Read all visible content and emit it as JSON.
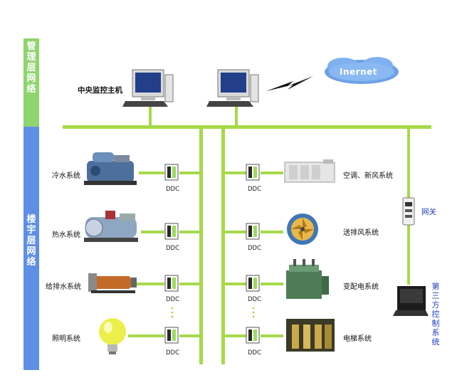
{
  "layers": {
    "management": "管理层网络",
    "building": "楼宇层网络"
  },
  "top": {
    "central_host": "中央监控主机",
    "internet": "Inernet"
  },
  "left_systems": [
    "冷水系统",
    "热水系统",
    "给排水系统",
    "照明系统"
  ],
  "right_systems": [
    "空调、新风系统",
    "送排风系统",
    "变配电系统",
    "电梯系统"
  ],
  "ddc_label": "DDC",
  "gateway": "网关",
  "third_party": "第三方控制系统",
  "colors": {
    "bus": "#a6d94a",
    "management_band": "#8fd46d",
    "building_band": "#5f8fe4",
    "label_blue": "#1f3fbf"
  }
}
